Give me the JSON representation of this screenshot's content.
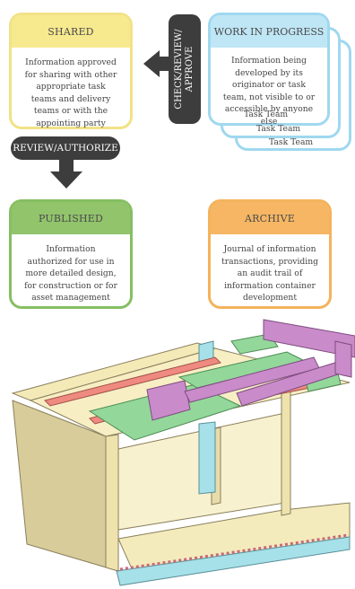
{
  "shared": {
    "title": "SHARED",
    "body": "Information approved for sharing with other appropriate task teams and delivery teams or with the appointing party"
  },
  "wip": {
    "title": "WORK IN PROGRESS",
    "body": "Information being developed by its originator or task team, not visible to or accessible by anyone else",
    "task_teams": [
      "Task Team",
      "Task Team",
      "Task Team"
    ]
  },
  "check": {
    "label_line1": "CHECK/REVIEW/",
    "label_line2": "APPROVE"
  },
  "review": {
    "label": "REVIEW/AUTHORIZE"
  },
  "published": {
    "title": "PUBLISHED",
    "body": "Information authorized for use in more detailed design, for construction or for asset management"
  },
  "archive": {
    "title": "ARCHIVE",
    "body": "Journal of information transactions, providing an audit trail of information container development"
  },
  "colors": {
    "shared": "#f7e98e",
    "wip": "#bfe6f5",
    "published": "#92c46c",
    "archive": "#f6b663",
    "dark": "#3d3d3d"
  }
}
